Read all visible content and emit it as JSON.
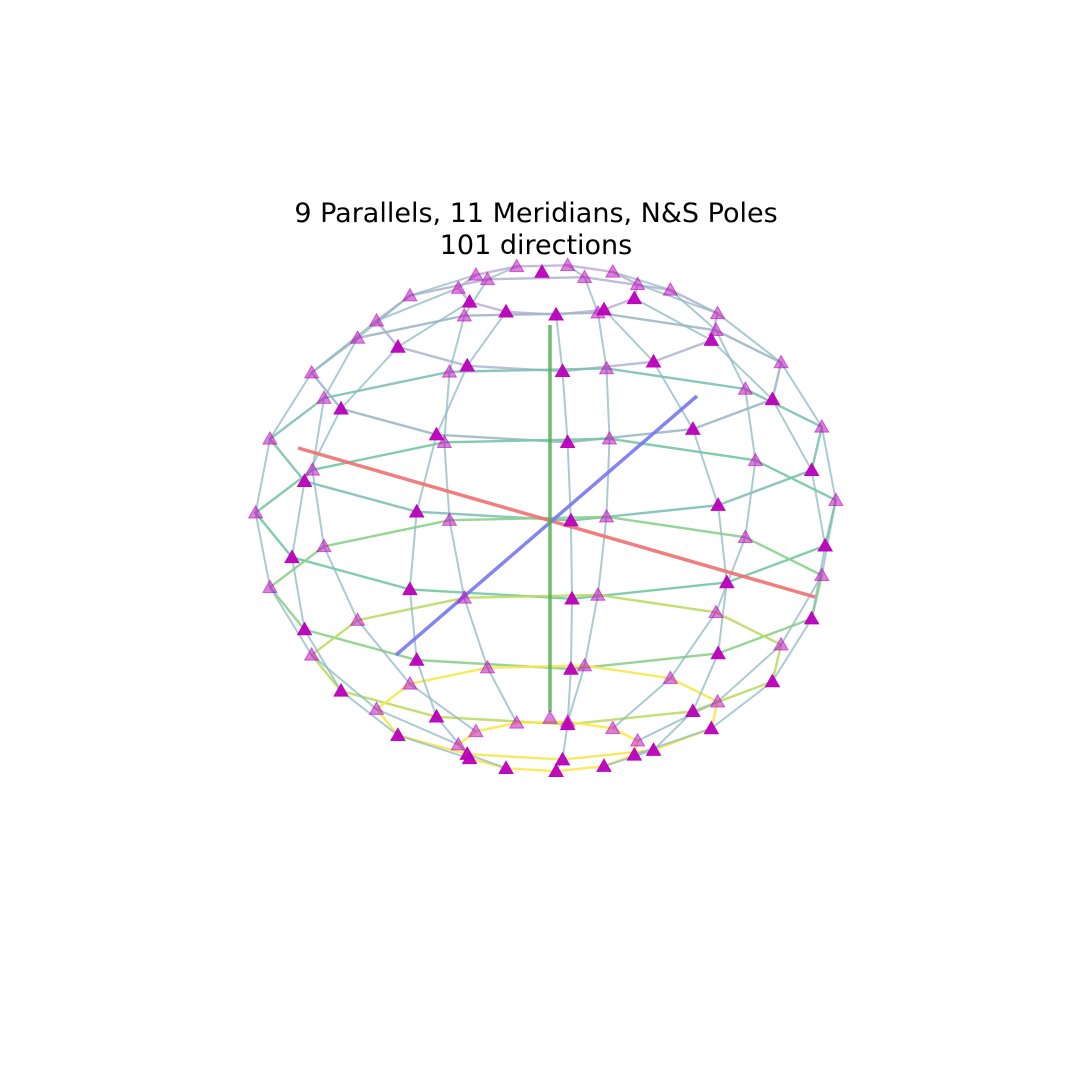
{
  "title": {
    "line1": "9 Parallels, 11 Meridians, N&S Poles",
    "line2": "101 directions"
  },
  "structure": {
    "parallels": 9,
    "meridians": 11,
    "poles": [
      "N",
      "S"
    ],
    "directions": 101
  },
  "colors": {
    "axis_x": "#f07070",
    "axis_y": "#7777ee",
    "axis_z": "#55b055",
    "marker": "#bb00bb",
    "parallels": [
      "#c2b2d6",
      "#b3b7d2",
      "#9db8c8",
      "#7ec0b4",
      "#74c6a5",
      "#8bd088",
      "#bcdc62",
      "#f6e84e",
      "#fbe94a"
    ]
  },
  "marker_shape": "triangle-up"
}
